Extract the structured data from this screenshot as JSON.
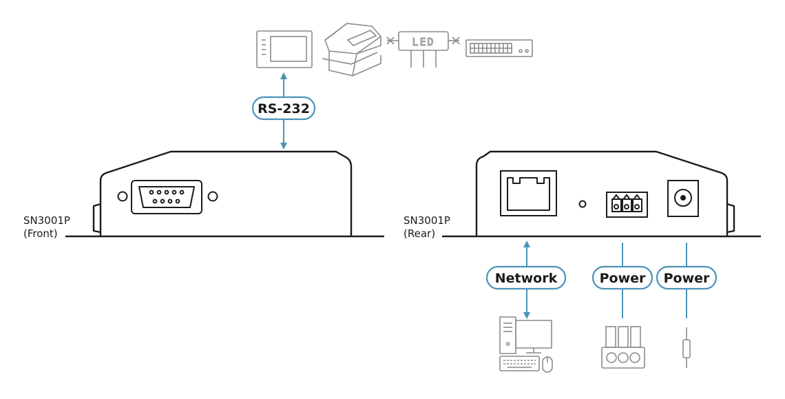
{
  "labels": {
    "rs232": "RS-232",
    "network": "Network",
    "power_left": "Power",
    "power_right": "Power"
  },
  "front_device": {
    "model": "SN3001P",
    "side": "(Front)"
  },
  "rear_device": {
    "model": "SN3001P",
    "side": "(Rear)"
  },
  "led_display": {
    "text": "LED"
  },
  "colors": {
    "accent": "#4a93b8",
    "device_stroke": "#1a1a1a",
    "peripheral_stroke": "#8a8a8a"
  },
  "icons": {
    "front_panel": [
      "db9-serial-port-icon",
      "screw-hole-icon"
    ],
    "rear_panel": [
      "rj45-port-icon",
      "reset-hole-icon",
      "terminal-block-icon",
      "dc-jack-icon"
    ],
    "rs232_peripherals": [
      "touch-panel-icon",
      "receipt-printer-icon",
      "led-display-icon",
      "network-switch-icon"
    ],
    "network_peripheral": "desktop-computer-icon",
    "power_peripherals": [
      "terminal-block-plug-icon",
      "dc-plug-icon"
    ]
  }
}
